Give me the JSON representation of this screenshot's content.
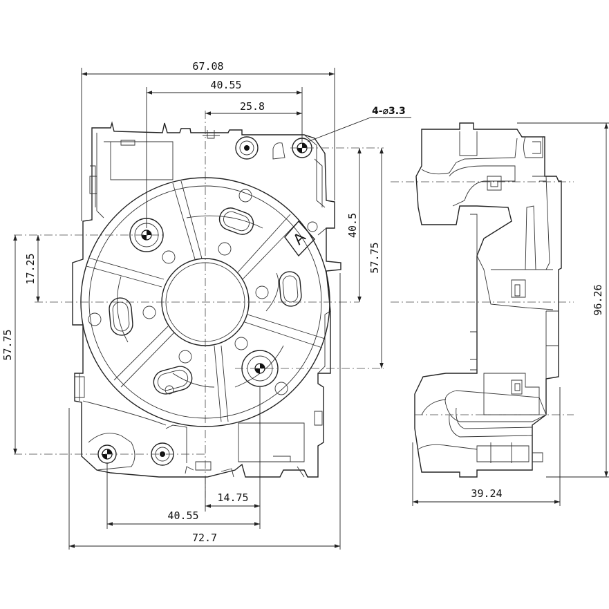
{
  "drawing": {
    "front_view": {
      "dimensions": {
        "overall_width_top": "67.08",
        "hole_spacing_top": "40.55",
        "offset_top": "25.8",
        "hole_callout": "4-⌀3.3",
        "vertical_right_inner": "40.5",
        "vertical_right_outer": "57.75",
        "vertical_left_inner": "17.25",
        "vertical_left_outer": "57.75",
        "offset_bottom": "14.75",
        "hole_spacing_bottom": "40.55",
        "overall_width_bottom": "72.7"
      },
      "marking_letter": "A"
    },
    "side_view": {
      "dimensions": {
        "height": "96.26",
        "depth": "39.24"
      }
    }
  }
}
